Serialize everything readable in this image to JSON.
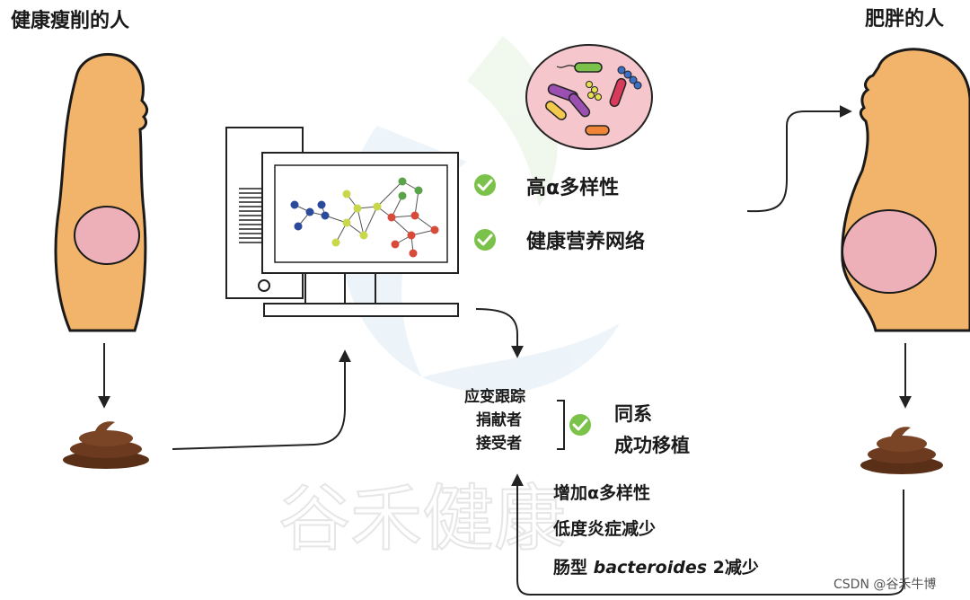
{
  "left_person": {
    "title": "健康瘦削的人"
  },
  "right_person": {
    "title": "肥胖的人"
  },
  "checks": {
    "alpha_diversity": "高α多样性",
    "nutrition_network": "健康营养网络"
  },
  "tracking": {
    "line1": "应变跟踪",
    "line2": "捐献者",
    "line3": "接受者"
  },
  "transplant": {
    "line1": "同系",
    "line2": "成功移植"
  },
  "outcomes": {
    "item1": "增加α多样性",
    "item2": "低度炎症减少",
    "item3_prefix": "肠型 ",
    "item3_italic": "bacteroides",
    "item3_suffix": " 2减少"
  },
  "watermark": "谷禾健康",
  "credit": "CSDN @谷禾牛博",
  "colors": {
    "skin": "#F2B46A",
    "gut": "#EEB0B8",
    "stool": "#6B3A1F",
    "check_green": "#7BC24A",
    "arrow": "#222222"
  }
}
